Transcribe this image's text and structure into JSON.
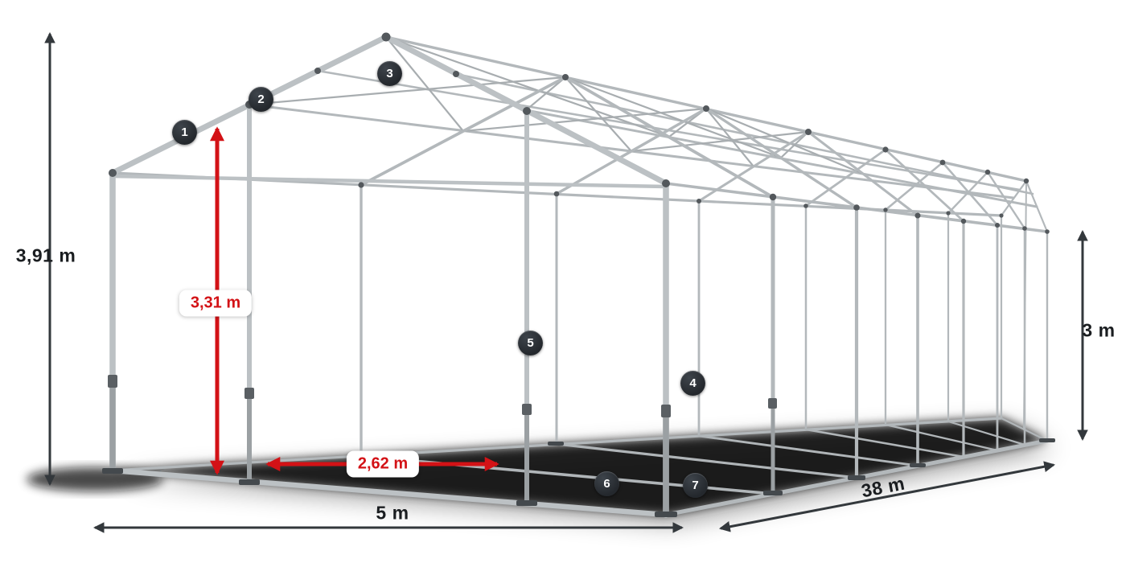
{
  "colors": {
    "background": "#ffffff",
    "frame_tube": "#b3b8bb",
    "frame_front_tube": "#bcc1c4",
    "frame_joint": "#53585c",
    "shadow": "#0b0d10",
    "dimension_arrow": "#33383c",
    "dimension_text": "#1a1d20",
    "accent_red": "#d31216",
    "marker_background": "#2d3237",
    "marker_text": "#ffffff"
  },
  "dimensions": {
    "total_height_label": "3,91 m",
    "passage_height_label": "3,31 m",
    "entrance_width_label": "2,62 m",
    "width_label": "5 m",
    "length_label": "38 m",
    "side_height_label": "3 m"
  },
  "markers": [
    {
      "number": "1"
    },
    {
      "number": "2"
    },
    {
      "number": "3"
    },
    {
      "number": "4"
    },
    {
      "number": "5"
    },
    {
      "number": "6"
    },
    {
      "number": "7"
    }
  ]
}
